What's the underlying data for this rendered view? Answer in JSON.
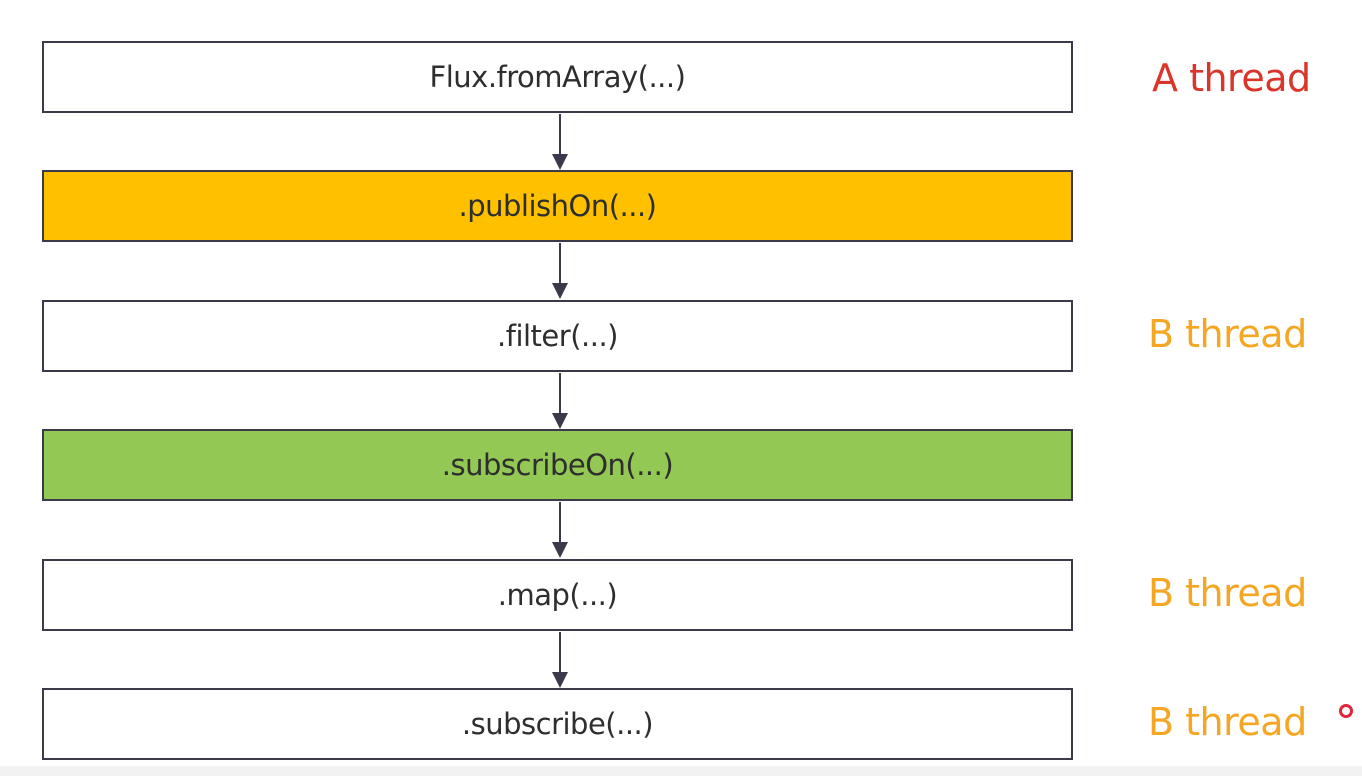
{
  "diagram": {
    "steps": [
      {
        "label": "Flux.fromArray(...)",
        "fill": "#ffffff"
      },
      {
        "label": ".publishOn(...)",
        "fill": "#ffc000"
      },
      {
        "label": ".filter(...)",
        "fill": "#ffffff"
      },
      {
        "label": ".subscribeOn(...)",
        "fill": "#92c853"
      },
      {
        "label": ".map(...)",
        "fill": "#ffffff"
      },
      {
        "label": ".subscribe(...)",
        "fill": "#ffffff"
      }
    ],
    "thread_labels": [
      {
        "text": "A thread",
        "color": "#d9352b"
      },
      {
        "text": "B thread",
        "color": "#f5a623"
      },
      {
        "text": "B thread",
        "color": "#f5a623"
      },
      {
        "text": "B thread",
        "color": "#f5a623"
      }
    ],
    "arrow_color": "#3a3a4a"
  }
}
